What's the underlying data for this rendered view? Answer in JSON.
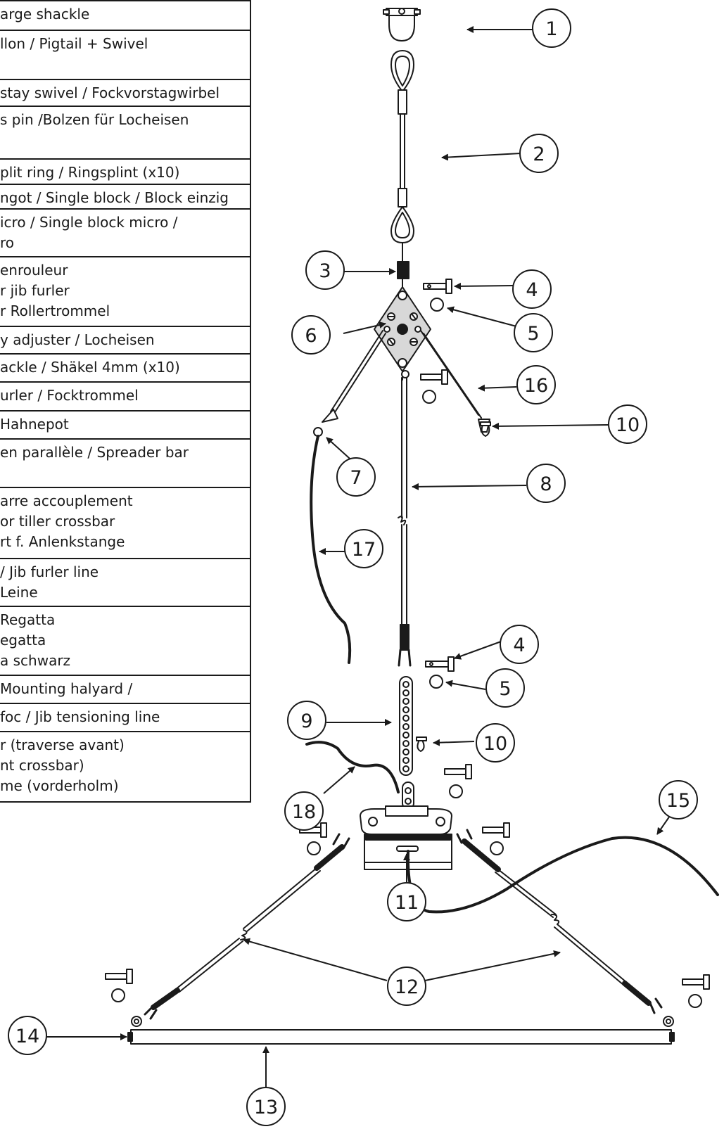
{
  "table": {
    "rows": [
      {
        "lines": [
          "arge shackle"
        ]
      },
      {
        "lines": [
          "llon / Pigtail + Swivel",
          ""
        ]
      },
      {
        "lines": [
          "stay swivel / Fockvorstagwirbel"
        ]
      },
      {
        "lines": [
          "s pin /Bolzen für Locheisen",
          ""
        ]
      },
      {
        "lines": [
          "plit ring / Ringsplint (x10)"
        ]
      },
      {
        "lines": [
          "ngot / Single block / Block einzig"
        ]
      },
      {
        "lines": [
          "icro / Single block micro /",
          "ro"
        ]
      },
      {
        "lines": [
          "enrouleur",
          "r jib furler",
          "r Rollertrommel"
        ]
      },
      {
        "lines": [
          "y adjuster / Locheisen"
        ]
      },
      {
        "lines": [
          "ackle / Shäkel 4mm (x10)"
        ]
      },
      {
        "lines": [
          "urler / Focktrommel"
        ]
      },
      {
        "lines": [
          "Hahnepot"
        ]
      },
      {
        "lines": [
          "en parallèle / Spreader bar",
          ""
        ]
      },
      {
        "lines": [
          "arre accouplement",
          "or tiller crossbar",
          "rt f. Anlenkstange"
        ]
      },
      {
        "lines": [
          "/ Jib furler line",
          "Leine"
        ]
      },
      {
        "lines": [
          " Regatta",
          "egatta",
          "a schwarz"
        ]
      },
      {
        "lines": [
          "Mounting halyard /"
        ]
      },
      {
        "lines": [
          "foc / Jib tensioning line"
        ]
      },
      {
        "lines": [
          "r (traverse avant)",
          "nt crossbar)",
          "me (vorderholm)"
        ]
      }
    ]
  },
  "callouts": [
    "1",
    "2",
    "3",
    "4",
    "5",
    "6",
    "16",
    "10",
    "7",
    "8",
    "17",
    "4",
    "5",
    "9",
    "10",
    "18",
    "15",
    "11",
    "12",
    "14",
    "13"
  ],
  "colors": {
    "ink": "#1a1a1a",
    "fitting_gray": "#d8d8d8"
  }
}
